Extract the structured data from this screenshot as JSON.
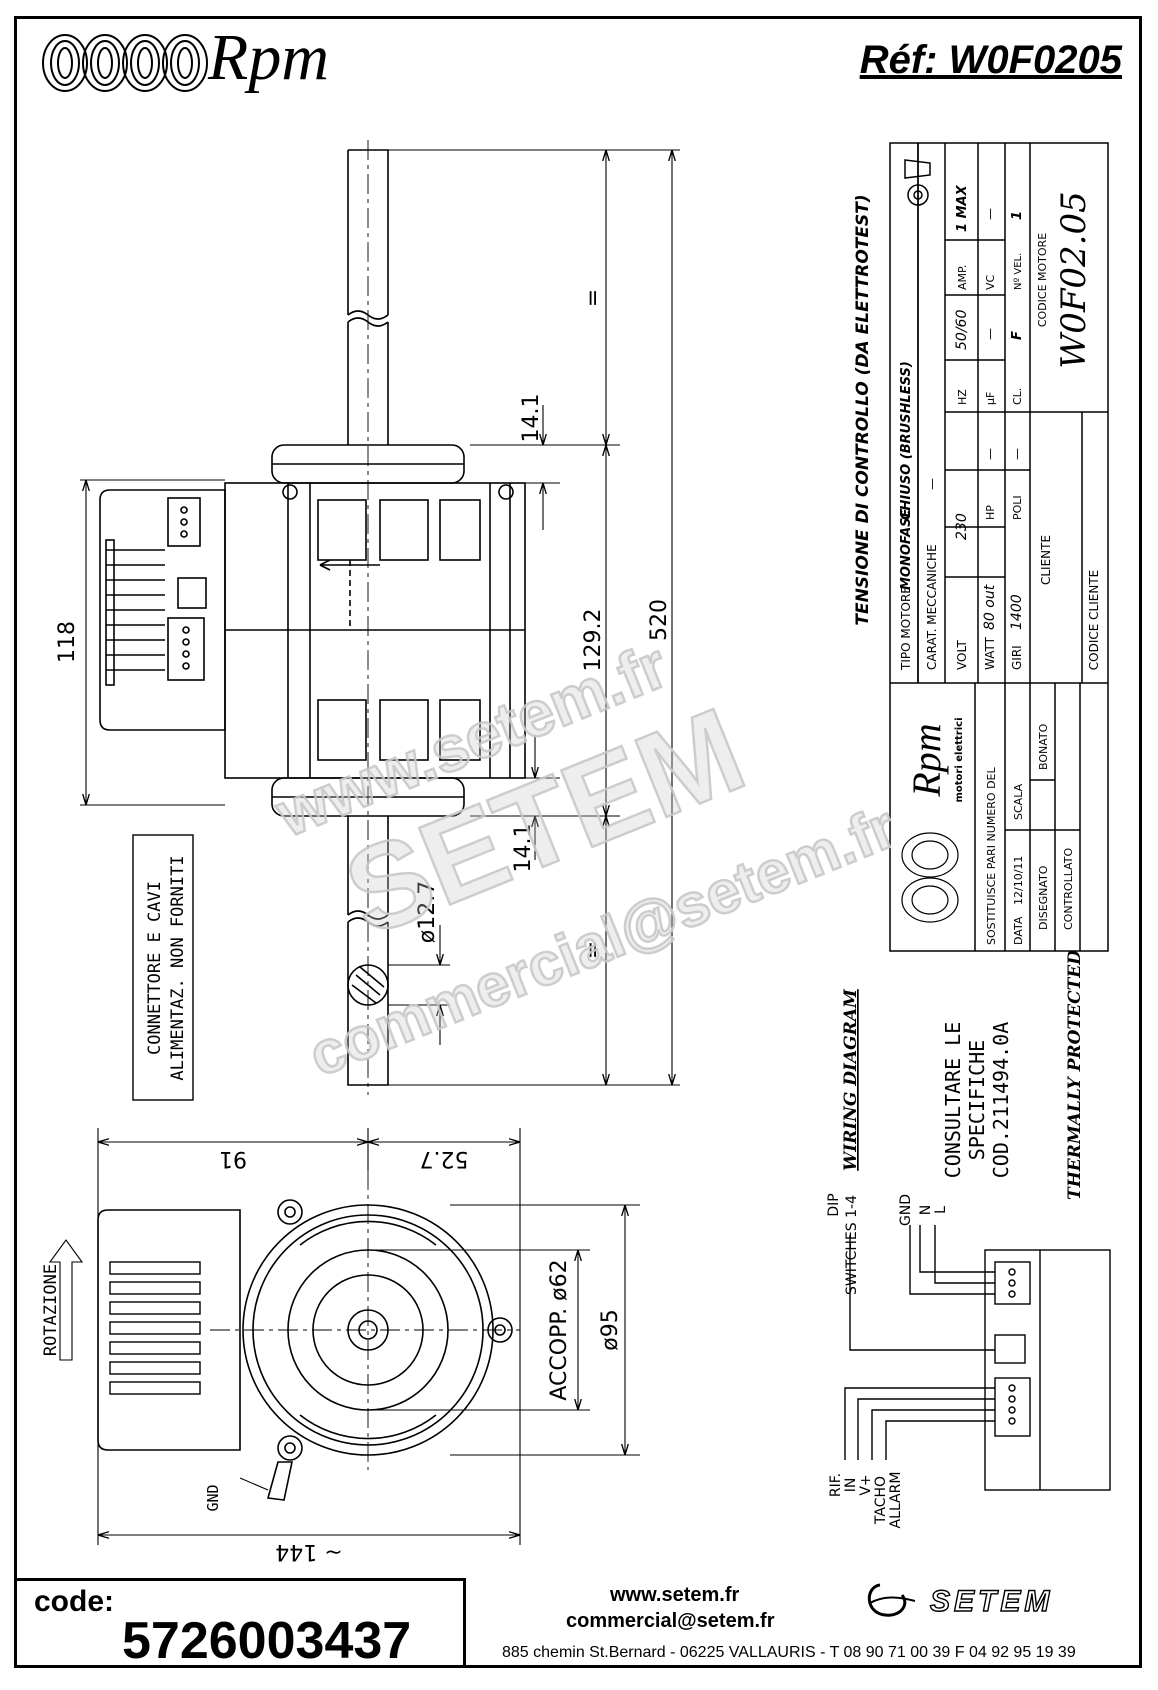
{
  "header": {
    "brand": "Rpm",
    "reference": "Réf: W0F0205"
  },
  "dimensions": {
    "shaft_top": "=",
    "shaft_bottom": "=",
    "upper_gap": "14.1",
    "lower_gap": "14.1",
    "body_length": "129.2",
    "total_length": "520",
    "box_height": "118",
    "shaft_diameter": "ø12.7",
    "width_left": "91",
    "width_right": "52.7",
    "overall_width": "~ 144",
    "flange_diameter": "ø95",
    "coupling": "ACCOPP. ø62"
  },
  "notes": {
    "connector_line1": "CONNETTORE E CAVI",
    "connector_line2": "ALIMENTAZ. NON FORNITI",
    "rotation": "ROTAZIONE",
    "gnd_label": "GND"
  },
  "title_block": {
    "test_title": "TENSIONE DI CONTROLLO (DA ELETTROTEST)",
    "tipo_motore_label": "TIPO MOTORE",
    "tipo_motore_value": "MONOFASE",
    "chiuso": "CHIUSO (BRUSHLESS)",
    "carat_label": "CARAT. MECCANICHE",
    "carat_value": "—",
    "volt_label": "VOLT",
    "volt_value": "230",
    "hz_label": "HZ",
    "hz_value": "50/60",
    "amp_label": "AMP.",
    "amp_value": "1 MAX",
    "watt_label": "WATT",
    "watt_value": "80 out",
    "hp_label": "HP",
    "hp_value": "—",
    "uf_label": "µF",
    "uf_value": "—",
    "vc_label": "VC",
    "vc_value": "—",
    "giri_label": "GIRI",
    "giri_value": "1400",
    "poli_label": "POLI",
    "poli_value": "—",
    "cl_label": "CL.",
    "cl_value": "F",
    "nvel_label": "Nº VEL.",
    "nvel_value": "1",
    "cliente_label": "CLIENTE",
    "codice_motore_label": "CODICE MOTORE",
    "codice_motore_value": "W0F02.05",
    "codice_cliente_label": "CODICE CLIENTE",
    "company": "Rpm",
    "company_sub": "motori elettrici",
    "sostituisce": "SOSTITUISCE PARI NUMERO DEL",
    "data_label": "DATA",
    "data_value": "12/10/11",
    "scala_label": "SCALA",
    "disegnato_label": "DISEGNATO",
    "disegnato_value": "BONATO",
    "controllato_label": "CONTROLLATO"
  },
  "wiring": {
    "title": "WIRING DIAGRAM",
    "consult1": "CONSULTARE LE",
    "consult2": "SPECIFICHE",
    "consult3": "COD.211494.0A",
    "protected": "THERMALLY PROTECTED",
    "dip": "DIP",
    "switches": "SWITCHES 1-4",
    "gnd": "GND",
    "n": "N",
    "l": "L",
    "rif": "RIF.",
    "in": "IN",
    "vplus": "V+",
    "tacho": "TACHO",
    "allarm": "ALLARM"
  },
  "footer": {
    "code_label": "code:",
    "code_value": "5726003437",
    "web": "www.setem.fr",
    "email": "commercial@setem.fr",
    "address": "885 chemin St.Bernard  -  06225 VALLAURIS  -  T 08 90 71 00 39   F 04 92 95 19 39",
    "setem_brand": "SETEM"
  },
  "watermark": {
    "line1": "www.setem.fr",
    "line2": "SETEM",
    "line3": "commercial@setem.fr"
  }
}
